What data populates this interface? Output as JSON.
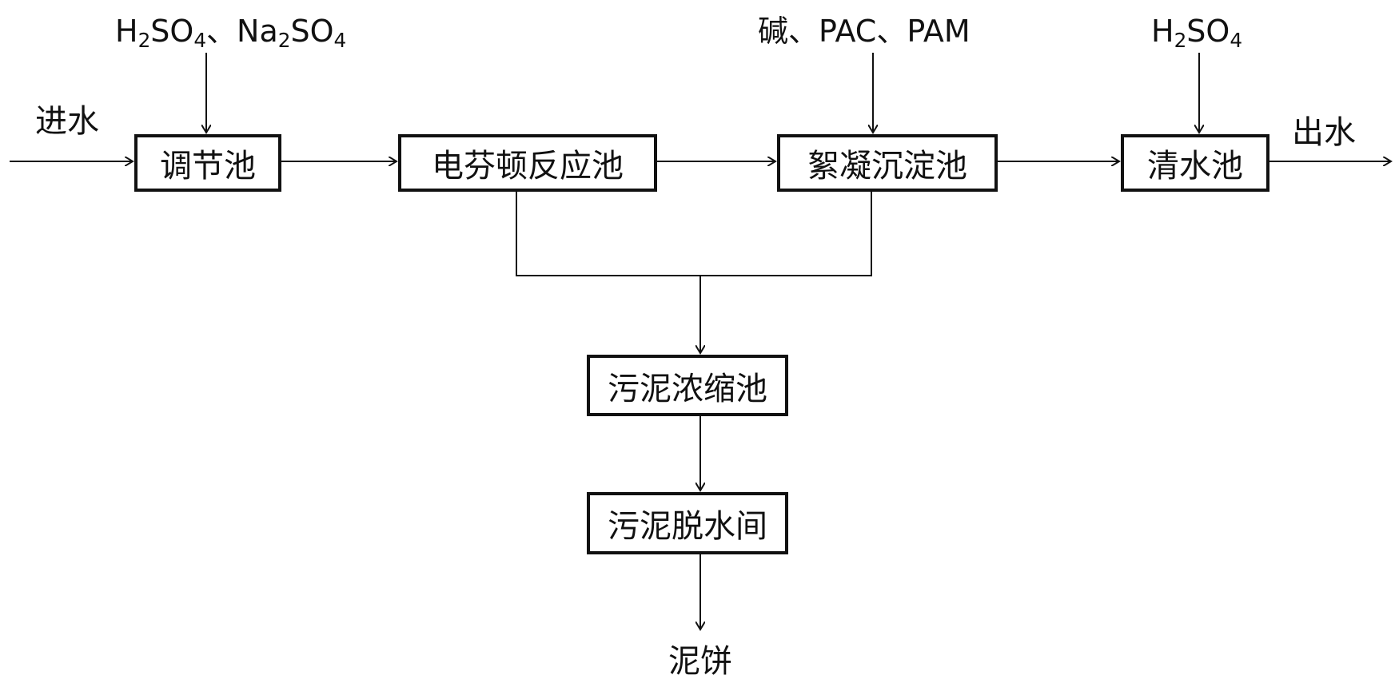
{
  "inputs": {
    "inflow_label": "进水",
    "outflow_label": "出水",
    "reagent_1": {
      "parts": [
        "H",
        "2",
        "SO",
        "4",
        "、Na",
        "2",
        "SO",
        "4"
      ]
    },
    "reagent_2": "碱、PAC、PAM",
    "reagent_3": {
      "parts": [
        "H",
        "2",
        "SO",
        "4"
      ]
    }
  },
  "process": {
    "box_1": "调节池",
    "box_2": "电芬顿反应池",
    "box_3": "絮凝沉淀池",
    "box_4": "清水池",
    "box_5": "污泥浓缩池",
    "box_6": "污泥脱水间"
  },
  "outputs": {
    "sludge_cake": "泥饼"
  }
}
